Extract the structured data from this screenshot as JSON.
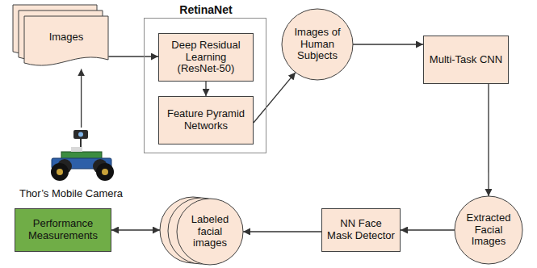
{
  "diagram": {
    "nodes": [
      {
        "text": [
          "Images"
        ]
      },
      {
        "text": [
          "Thor’s Mobile Camera"
        ]
      },
      {
        "text": [
          "RetinaNet"
        ]
      },
      {
        "text": [
          "Deep Residual Learning (ResNet-50)"
        ],
        "in": 2
      },
      {
        "text": [
          "Feature Pyramid Networks"
        ],
        "in": 2
      },
      {
        "text": [
          "Images of Human Subjects"
        ]
      },
      {
        "text": [
          "Multi-Task CNN"
        ]
      },
      {
        "text": [
          "Extracted Facial Images"
        ]
      },
      {
        "text": [
          "NN Face Mask Detector"
        ]
      },
      {
        "text": [
          "Labeled facial images"
        ]
      },
      {
        "text": [
          "Performance Measurements"
        ]
      }
    ],
    "edges": [
      {
        "from": 1,
        "to": 0,
        "arrow": "to"
      },
      {
        "from": 0,
        "to": 3,
        "arrow": "to"
      },
      {
        "from": 3,
        "to": 4,
        "arrow": "to"
      },
      {
        "from": 4,
        "to": 5,
        "arrow": "to"
      },
      {
        "from": 5,
        "to": 6,
        "arrow": "to"
      },
      {
        "from": 6,
        "to": 7,
        "arrow": "to"
      },
      {
        "from": 7,
        "to": 8,
        "arrow": "to"
      },
      {
        "from": 8,
        "to": 9,
        "arrow": "to"
      },
      {
        "from": 10,
        "to": 9,
        "arrow": "both"
      }
    ]
  }
}
